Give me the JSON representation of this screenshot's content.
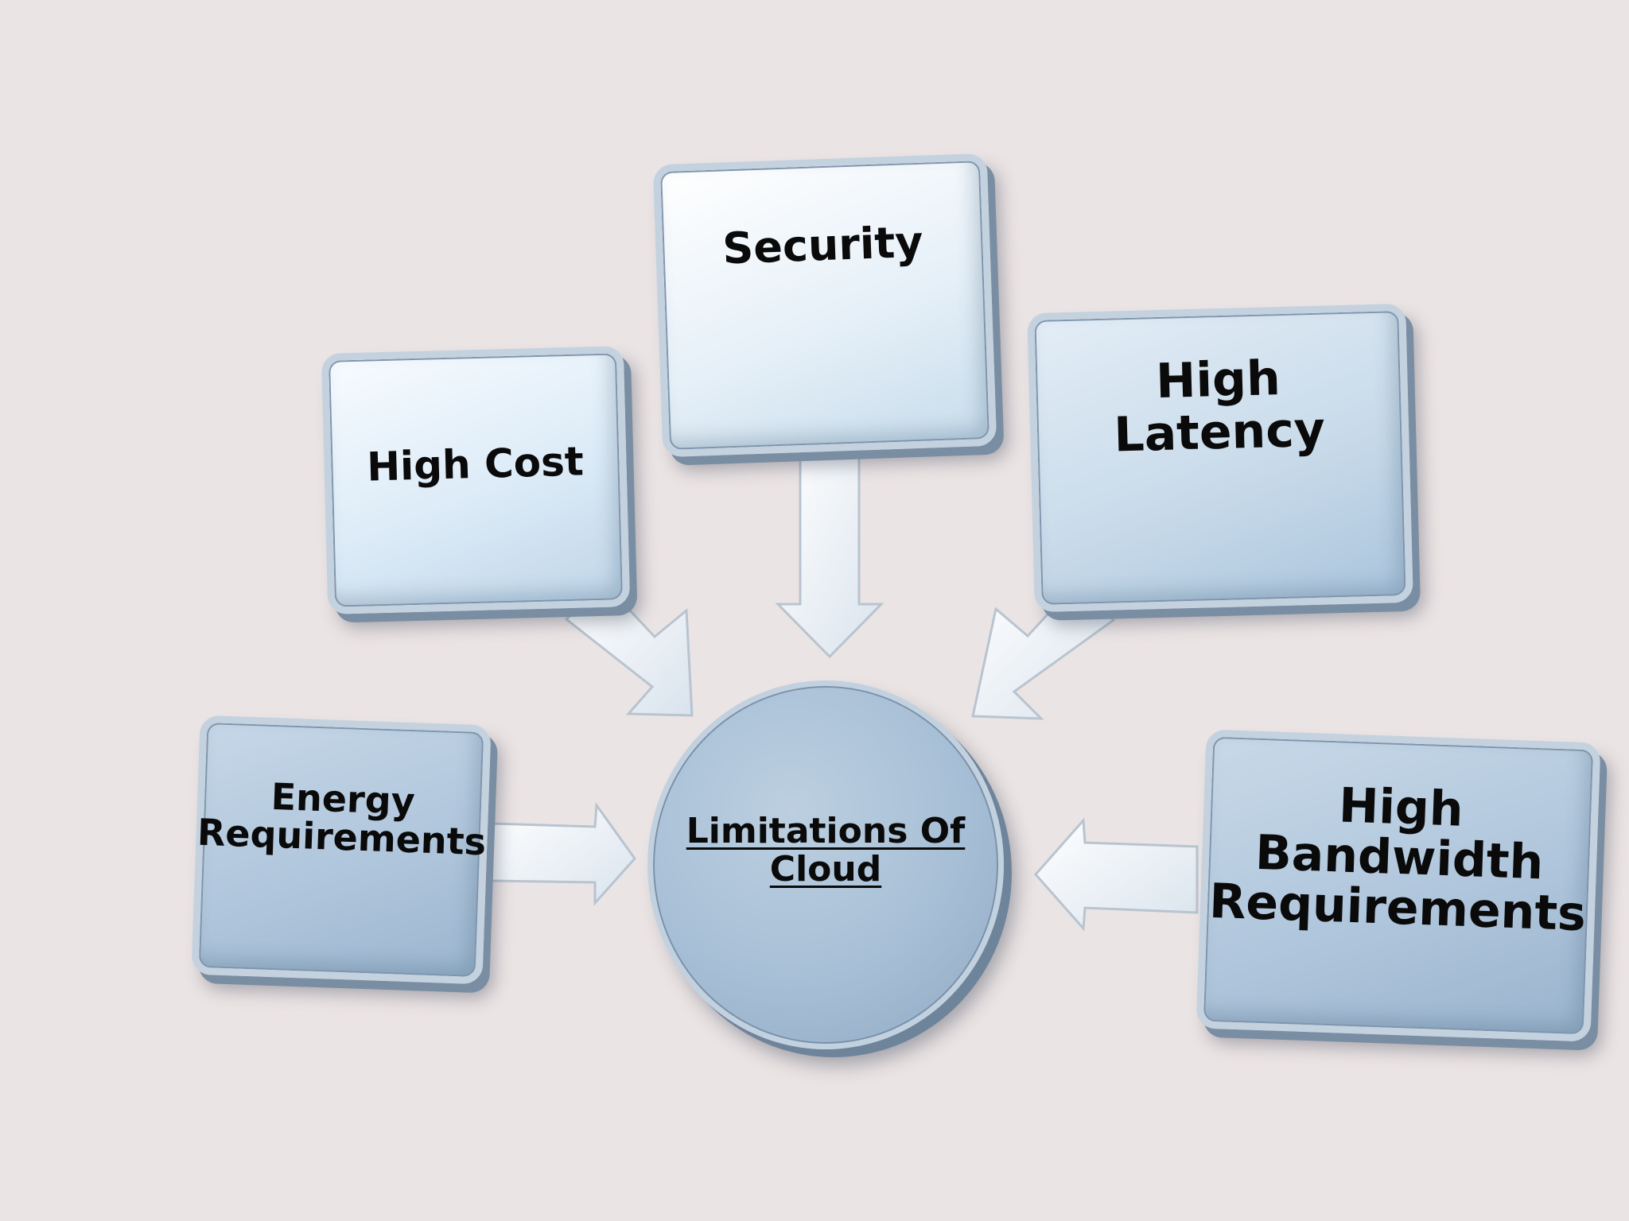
{
  "diagram": {
    "center": {
      "label": "Limitations Of Cloud"
    },
    "nodes": {
      "security": {
        "label": "Security"
      },
      "high_cost": {
        "label": "High Cost"
      },
      "high_latency": {
        "label": "High Latency"
      },
      "energy_requirements": {
        "label": "Energy Requirements"
      },
      "high_bandwidth_requirements": {
        "label": "High Bandwidth Requirements"
      }
    },
    "edges": [
      {
        "from": "security",
        "to": "center"
      },
      {
        "from": "high_cost",
        "to": "center"
      },
      {
        "from": "high_latency",
        "to": "center"
      },
      {
        "from": "energy_requirements",
        "to": "center"
      },
      {
        "from": "high_bandwidth_requirements",
        "to": "center"
      }
    ]
  },
  "colors": {
    "background": "#ebe4e4",
    "box_light": "#e6f0f8",
    "box_dark": "#b0c6dc",
    "arrow_fill": "#e8eef5",
    "arrow_stroke": "#b8c4d0",
    "text": "#0a0a0a"
  }
}
